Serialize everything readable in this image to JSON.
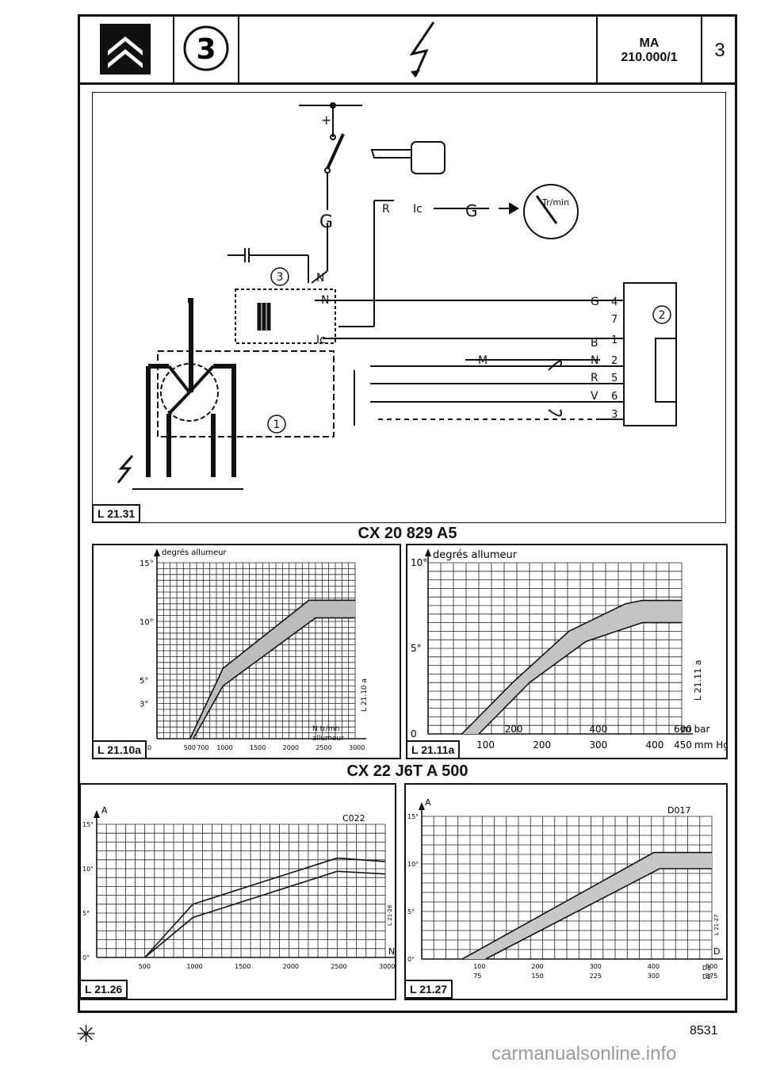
{
  "header": {
    "section_number": "3",
    "ma_label": "MA",
    "doc_code": "210.000/1",
    "page_index": "3"
  },
  "wiring": {
    "ref": "L 21.31",
    "labels": {
      "plus": "+",
      "g_wire": "G",
      "n_wire": "N",
      "ic_wire": "Ic",
      "r_wire": "R",
      "m_wire": "M",
      "tach": "Tr/min",
      "callout_1": "1",
      "callout_2": "2",
      "callout_3": "3",
      "c_g": "G",
      "c_b": "B",
      "c_n": "N",
      "c_r": "R",
      "c_v": "V"
    },
    "connector_pins": [
      "4",
      "7",
      "1",
      "2",
      "5",
      "6",
      "3"
    ]
  },
  "section1_title": "CX 20 829 A5",
  "section2_title": "CX 22 J6T A 500",
  "charts": {
    "c1": {
      "ref": "L 21.10a",
      "ylabel": "degrés allumeur",
      "yticks": [
        "15°",
        "10°",
        "5°",
        "3°"
      ],
      "xticks": [
        "0",
        "500",
        "700",
        "1000",
        "1500",
        "2000",
        "2500",
        "3000"
      ],
      "xlabel1": "N tr/mn",
      "xlabel2": "allumeur",
      "side": "L 21.10 a"
    },
    "c2": {
      "ref": "L 21.11a",
      "ylabel": "degrés allumeur",
      "yticks": [
        "10°",
        "5°",
        "0"
      ],
      "xticks_top": [
        "200",
        "400",
        "600"
      ],
      "x_unit_top": "m bar",
      "xticks_bottom": [
        "100",
        "200",
        "300",
        "400",
        "450"
      ],
      "x_unit_bottom": "mm Hg",
      "side": "L 21.11 a"
    },
    "c3": {
      "ref": "L 21.26",
      "ylabel": "A",
      "curve": "C022",
      "yticks": [
        "15°",
        "10°",
        "5°",
        "0°"
      ],
      "xticks": [
        "500",
        "1000",
        "1500",
        "2000",
        "2500",
        "3000"
      ],
      "xlabel": "N",
      "side": "L 21-26"
    },
    "c4": {
      "ref": "L 21.27",
      "ylabel": "A",
      "curve": "D017",
      "yticks": [
        "15°",
        "10°",
        "5°",
        "0°"
      ],
      "xticks_d1": [
        "100",
        "200",
        "300",
        "400",
        "500"
      ],
      "xticks_d2": [
        "75",
        "150",
        "225",
        "300",
        "375"
      ],
      "xlabel": "D",
      "d1": "D1",
      "d2": "D2",
      "side": "L 21-27"
    }
  },
  "chart_data": [
    {
      "type": "area",
      "name_ref": "L 21.10a",
      "xlabel": "N tr/mn allumeur",
      "ylabel": "degrés allumeur",
      "xlim": [
        0,
        3000
      ],
      "ylim": [
        0,
        15
      ],
      "series": [
        {
          "name": "upper",
          "points": [
            [
              500,
              0
            ],
            [
              1000,
              6
            ],
            [
              2300,
              11.8
            ],
            [
              3000,
              11.8
            ]
          ]
        },
        {
          "name": "lower",
          "points": [
            [
              550,
              0
            ],
            [
              1000,
              4.5
            ],
            [
              2400,
              10.3
            ],
            [
              3000,
              10.3
            ]
          ]
        }
      ]
    },
    {
      "type": "area",
      "name_ref": "L 21.11a",
      "xlabel": "mm Hg",
      "ylabel": "degrés allumeur",
      "xlim": [
        0,
        450
      ],
      "ylim": [
        0,
        10
      ],
      "series": [
        {
          "name": "upper",
          "points": [
            [
              60,
              0
            ],
            [
              150,
              3
            ],
            [
              250,
              6
            ],
            [
              350,
              7.6
            ],
            [
              380,
              7.8
            ],
            [
              450,
              7.8
            ]
          ]
        },
        {
          "name": "lower",
          "points": [
            [
              90,
              0
            ],
            [
              180,
              3
            ],
            [
              280,
              5.4
            ],
            [
              380,
              6.5
            ],
            [
              450,
              6.5
            ]
          ]
        }
      ]
    },
    {
      "type": "area",
      "name_ref": "L 21.26",
      "xlabel": "N",
      "ylabel": "A",
      "xlim": [
        0,
        3000
      ],
      "ylim": [
        0,
        15
      ],
      "series": [
        {
          "name": "upper",
          "points": [
            [
              500,
              0
            ],
            [
              1000,
              6
            ],
            [
              2500,
              11.2
            ],
            [
              3000,
              10.8
            ]
          ]
        },
        {
          "name": "lower",
          "points": [
            [
              500,
              0
            ],
            [
              1000,
              4.5
            ],
            [
              2500,
              9.7
            ],
            [
              3000,
              9.4
            ]
          ]
        }
      ]
    },
    {
      "type": "area",
      "name_ref": "L 21.27",
      "xlabel": "D",
      "ylabel": "A",
      "xlim": [
        0,
        500
      ],
      "ylim": [
        0,
        15
      ],
      "series": [
        {
          "name": "upper",
          "points": [
            [
              70,
              0
            ],
            [
              400,
              11.2
            ],
            [
              500,
              11.2
            ]
          ]
        },
        {
          "name": "lower",
          "points": [
            [
              110,
              0
            ],
            [
              410,
              9.5
            ],
            [
              500,
              9.5
            ]
          ]
        }
      ]
    }
  ],
  "footer": {
    "star": "✳",
    "page_number": "8531",
    "watermark": "carmanualsonline.info"
  }
}
